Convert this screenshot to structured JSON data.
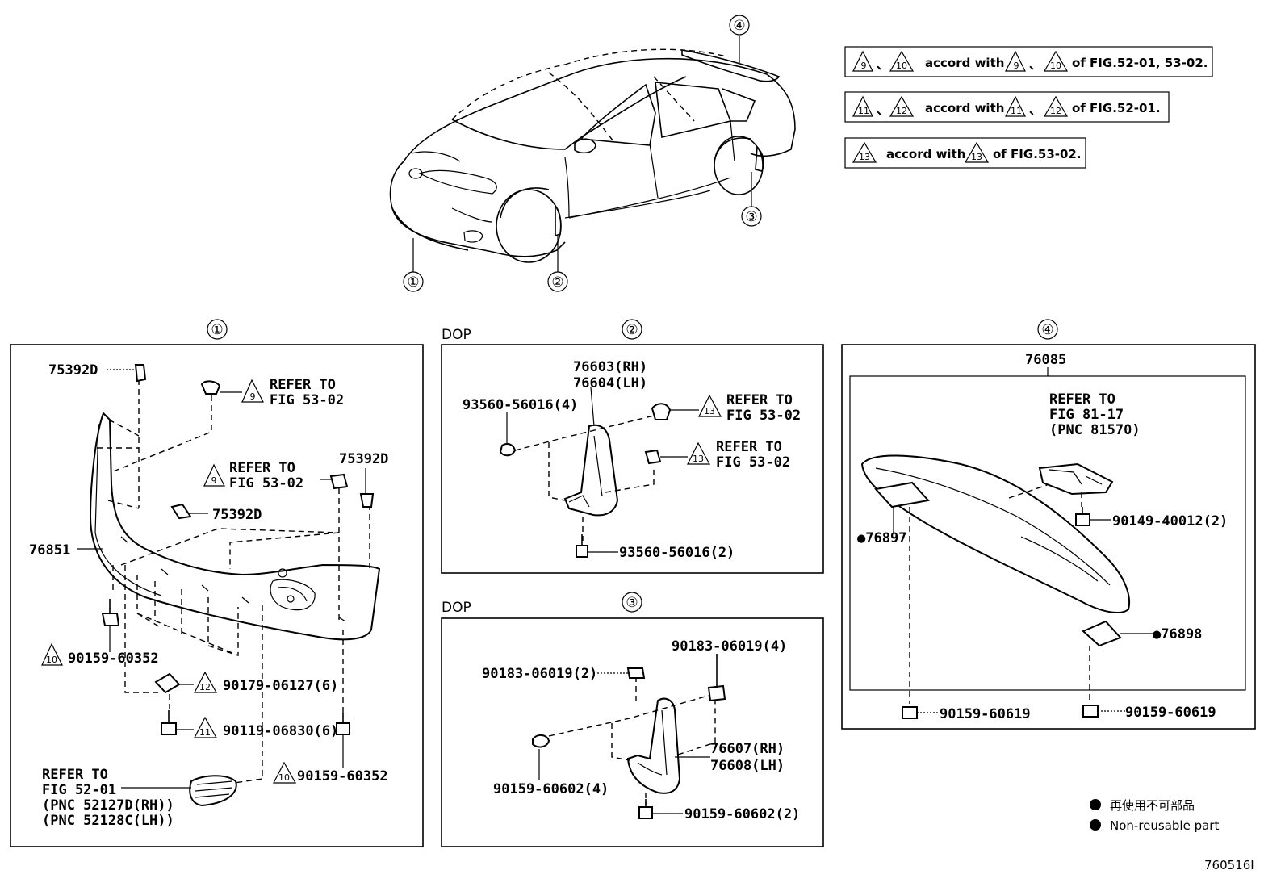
{
  "doc_id": "760516I",
  "notes": [
    {
      "id": "note-1",
      "a": "9",
      "b": "10",
      "c": "9",
      "d": "10",
      "sep": "、",
      "text": "accord with",
      "ref": "of FIG.52-01, 53-02."
    },
    {
      "id": "note-2",
      "a": "11",
      "b": "12",
      "c": "11",
      "d": "12",
      "sep": "、",
      "text": "accord with",
      "ref": "of FIG.52-01."
    },
    {
      "id": "note-3",
      "a": "13",
      "c": "13",
      "text": "accord with",
      "ref": "of FIG.53-02."
    }
  ],
  "overview_callouts": [
    "①",
    "②",
    "③",
    "④"
  ],
  "panel1": {
    "id": "①",
    "labels": {
      "p75392d_a": "75392D",
      "p75392d_b": "75392D",
      "p75392d_c": "75392D",
      "p76851": "76851",
      "ref9a_1": "REFER TO",
      "ref9a_2": "FIG 53-02",
      "ref9b_1": "REFER TO",
      "ref9b_2": "FIG 53-02",
      "p90159_60352_a": "90159-60352",
      "p90179": "90179-06127(6)",
      "p90119": "90119-06830(6)",
      "p90159_60352_b": "90159-60352",
      "ref52_1": "REFER TO",
      "ref52_2": "FIG 52-01",
      "ref52_3": "(PNC 52127D(RH))",
      "ref52_4": "(PNC 52128C(LH))"
    },
    "tri": {
      "t9a": "9",
      "t9b": "9",
      "t10a": "10",
      "t12": "12",
      "t11": "11",
      "t10b": "10"
    }
  },
  "panel2": {
    "id": "②",
    "dop": "DOP",
    "labels": {
      "p76603": "76603(RH)",
      "p76604": "76604(LH)",
      "p93560_a": "93560-56016(4)",
      "p93560_b": "93560-56016(2)",
      "ref13a_1": "REFER TO",
      "ref13a_2": "FIG 53-02",
      "ref13b_1": "REFER TO",
      "ref13b_2": "FIG 53-02"
    },
    "tri": {
      "t13a": "13",
      "t13b": "13"
    }
  },
  "panel3": {
    "id": "③",
    "dop": "DOP",
    "labels": {
      "p90183_a": "90183-06019(4)",
      "p90183_b": "90183-06019(2)",
      "p90159_a": "90159-60602(4)",
      "p90159_b": "90159-60602(2)",
      "p76607": "76607(RH)",
      "p76608": "76608(LH)"
    }
  },
  "panel4": {
    "id": "④",
    "labels": {
      "p76085": "76085",
      "ref81_1": "REFER TO",
      "ref81_2": "FIG 81-17",
      "ref81_3": "(PNC 81570)",
      "p90149": "90149-40012(2)",
      "p76897": "●76897",
      "p76898": "●76898",
      "p90159_a": "90159-60619",
      "p90159_b": "90159-60619"
    }
  },
  "legend": {
    "jp": "再使用不可部品",
    "en": "Non-reusable part"
  }
}
